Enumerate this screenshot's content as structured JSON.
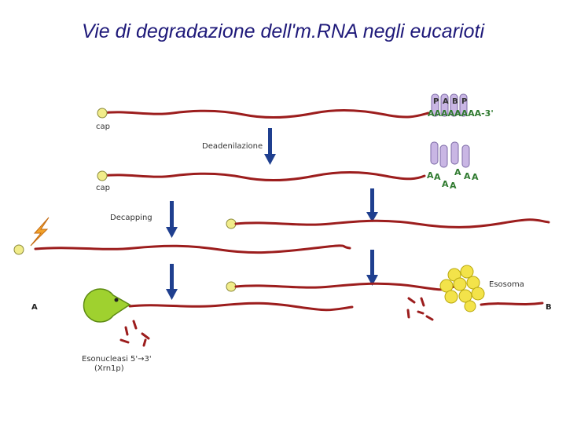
{
  "title": "Vie di degradazione dell'm.RNA negli eucarioti",
  "labels": {
    "cap1": "cap",
    "cap2": "cap",
    "deadenylation": "Deadenilazione",
    "decapping": "Decapping",
    "pabp": [
      "P",
      "A",
      "B",
      "P"
    ],
    "polyA_full": "AAAAAAAA-3'",
    "polyA_short": [
      "A",
      "A",
      "A",
      "A",
      "A",
      "A",
      "A"
    ],
    "exosome": "Esosoma",
    "exonuclease_1": "Esonucleasi 5'→3'",
    "exonuclease_2": "(Xrn1p)",
    "pathway_a": "A",
    "pathway_b": "B"
  },
  "colors": {
    "rna": "#9c1d1d",
    "cap": "#f1ec8a",
    "arrow": "#1f3f8f",
    "pabp": "#c9b6e4",
    "pacman": "#9fd12f",
    "exosome": "#f3e34a",
    "polyA": "#2f7a2f"
  },
  "icons": [
    "lightning-icon",
    "pacman-exonuclease-icon",
    "exosome-cluster-icon"
  ]
}
